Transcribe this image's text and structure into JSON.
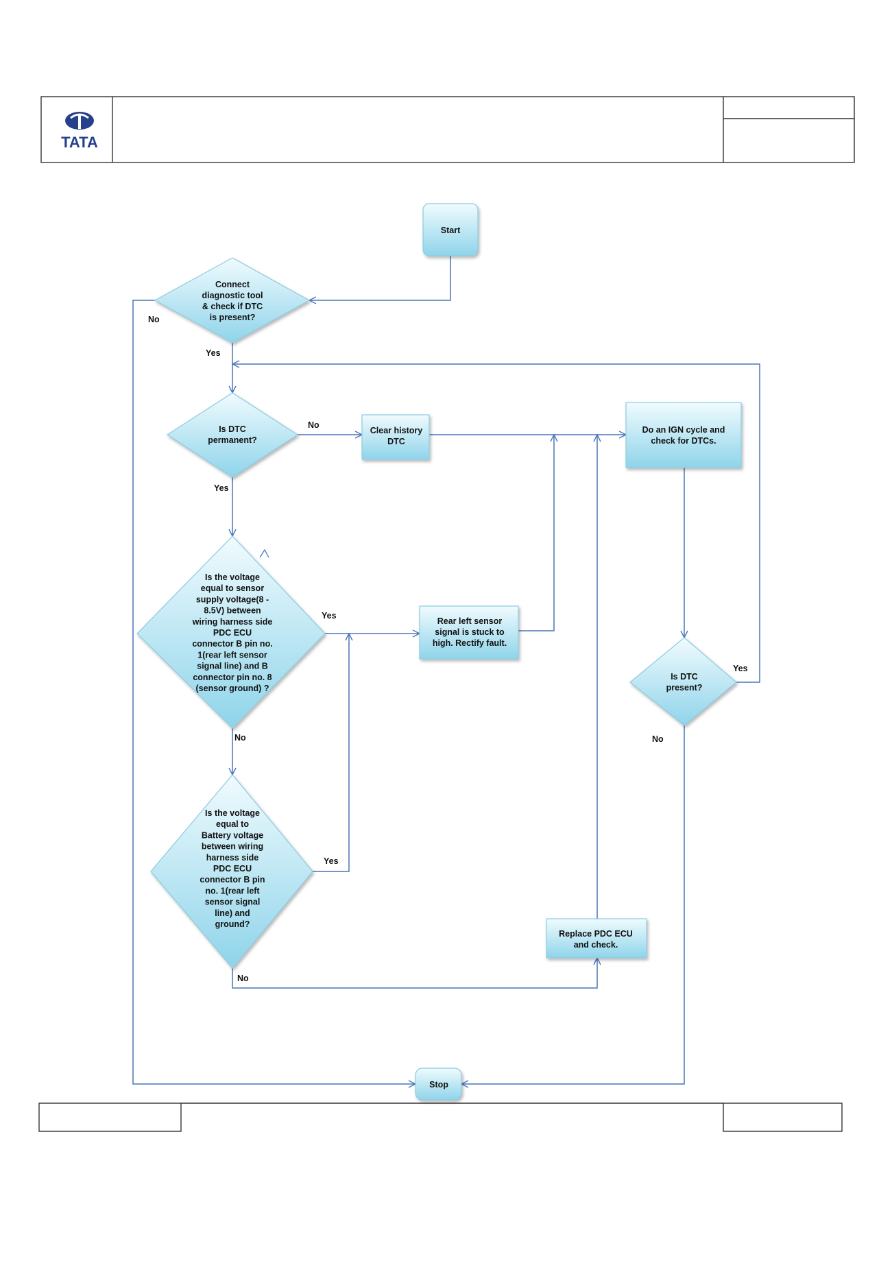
{
  "header": {
    "logo_text": "TATA"
  },
  "colors": {
    "node_fill_top": "#f0fbfe",
    "node_fill_bottom": "#8fd4ea",
    "node_stroke": "#8ccbe0",
    "line": "#4a73b8",
    "logo": "#26408c"
  },
  "nodes": {
    "start": "Start",
    "check_dtc": [
      "Connect",
      "diagnostic tool",
      "& check if DTC",
      "is present?"
    ],
    "permanent": [
      "Is DTC",
      "permanent?"
    ],
    "clear_history": [
      "Clear history",
      "DTC"
    ],
    "ign_cycle": [
      "Do an IGN cycle and",
      "check for DTCs."
    ],
    "voltage_supply": [
      "Is the voltage",
      "equal to sensor",
      "supply voltage(8 -",
      "8.5V) between",
      "wiring harness side",
      "PDC ECU",
      "connector B pin no.",
      "1(rear left sensor",
      "signal line) and  B",
      "connector pin no. 8",
      "(sensor ground) ?"
    ],
    "rear_left": [
      "Rear left sensor",
      "signal is stuck to",
      "high. Rectify  fault."
    ],
    "dtc_present": [
      "Is DTC",
      "present?"
    ],
    "voltage_battery": [
      "Is the voltage",
      "equal  to",
      "Battery voltage",
      "between wiring",
      "harness side",
      "PDC ECU",
      "connector B pin",
      "no. 1(rear left",
      "sensor signal",
      "line) and",
      "ground?"
    ],
    "replace_ecu": [
      "Replace PDC ECU",
      "and check."
    ],
    "stop": "Stop"
  },
  "edge_labels": {
    "check_no": "No",
    "check_yes": "Yes",
    "permanent_no": "No",
    "permanent_yes": "Yes",
    "supply_yes": "Yes",
    "supply_no": "No",
    "battery_yes": "Yes",
    "battery_no": "No",
    "present_yes": "Yes",
    "present_no": "No"
  }
}
